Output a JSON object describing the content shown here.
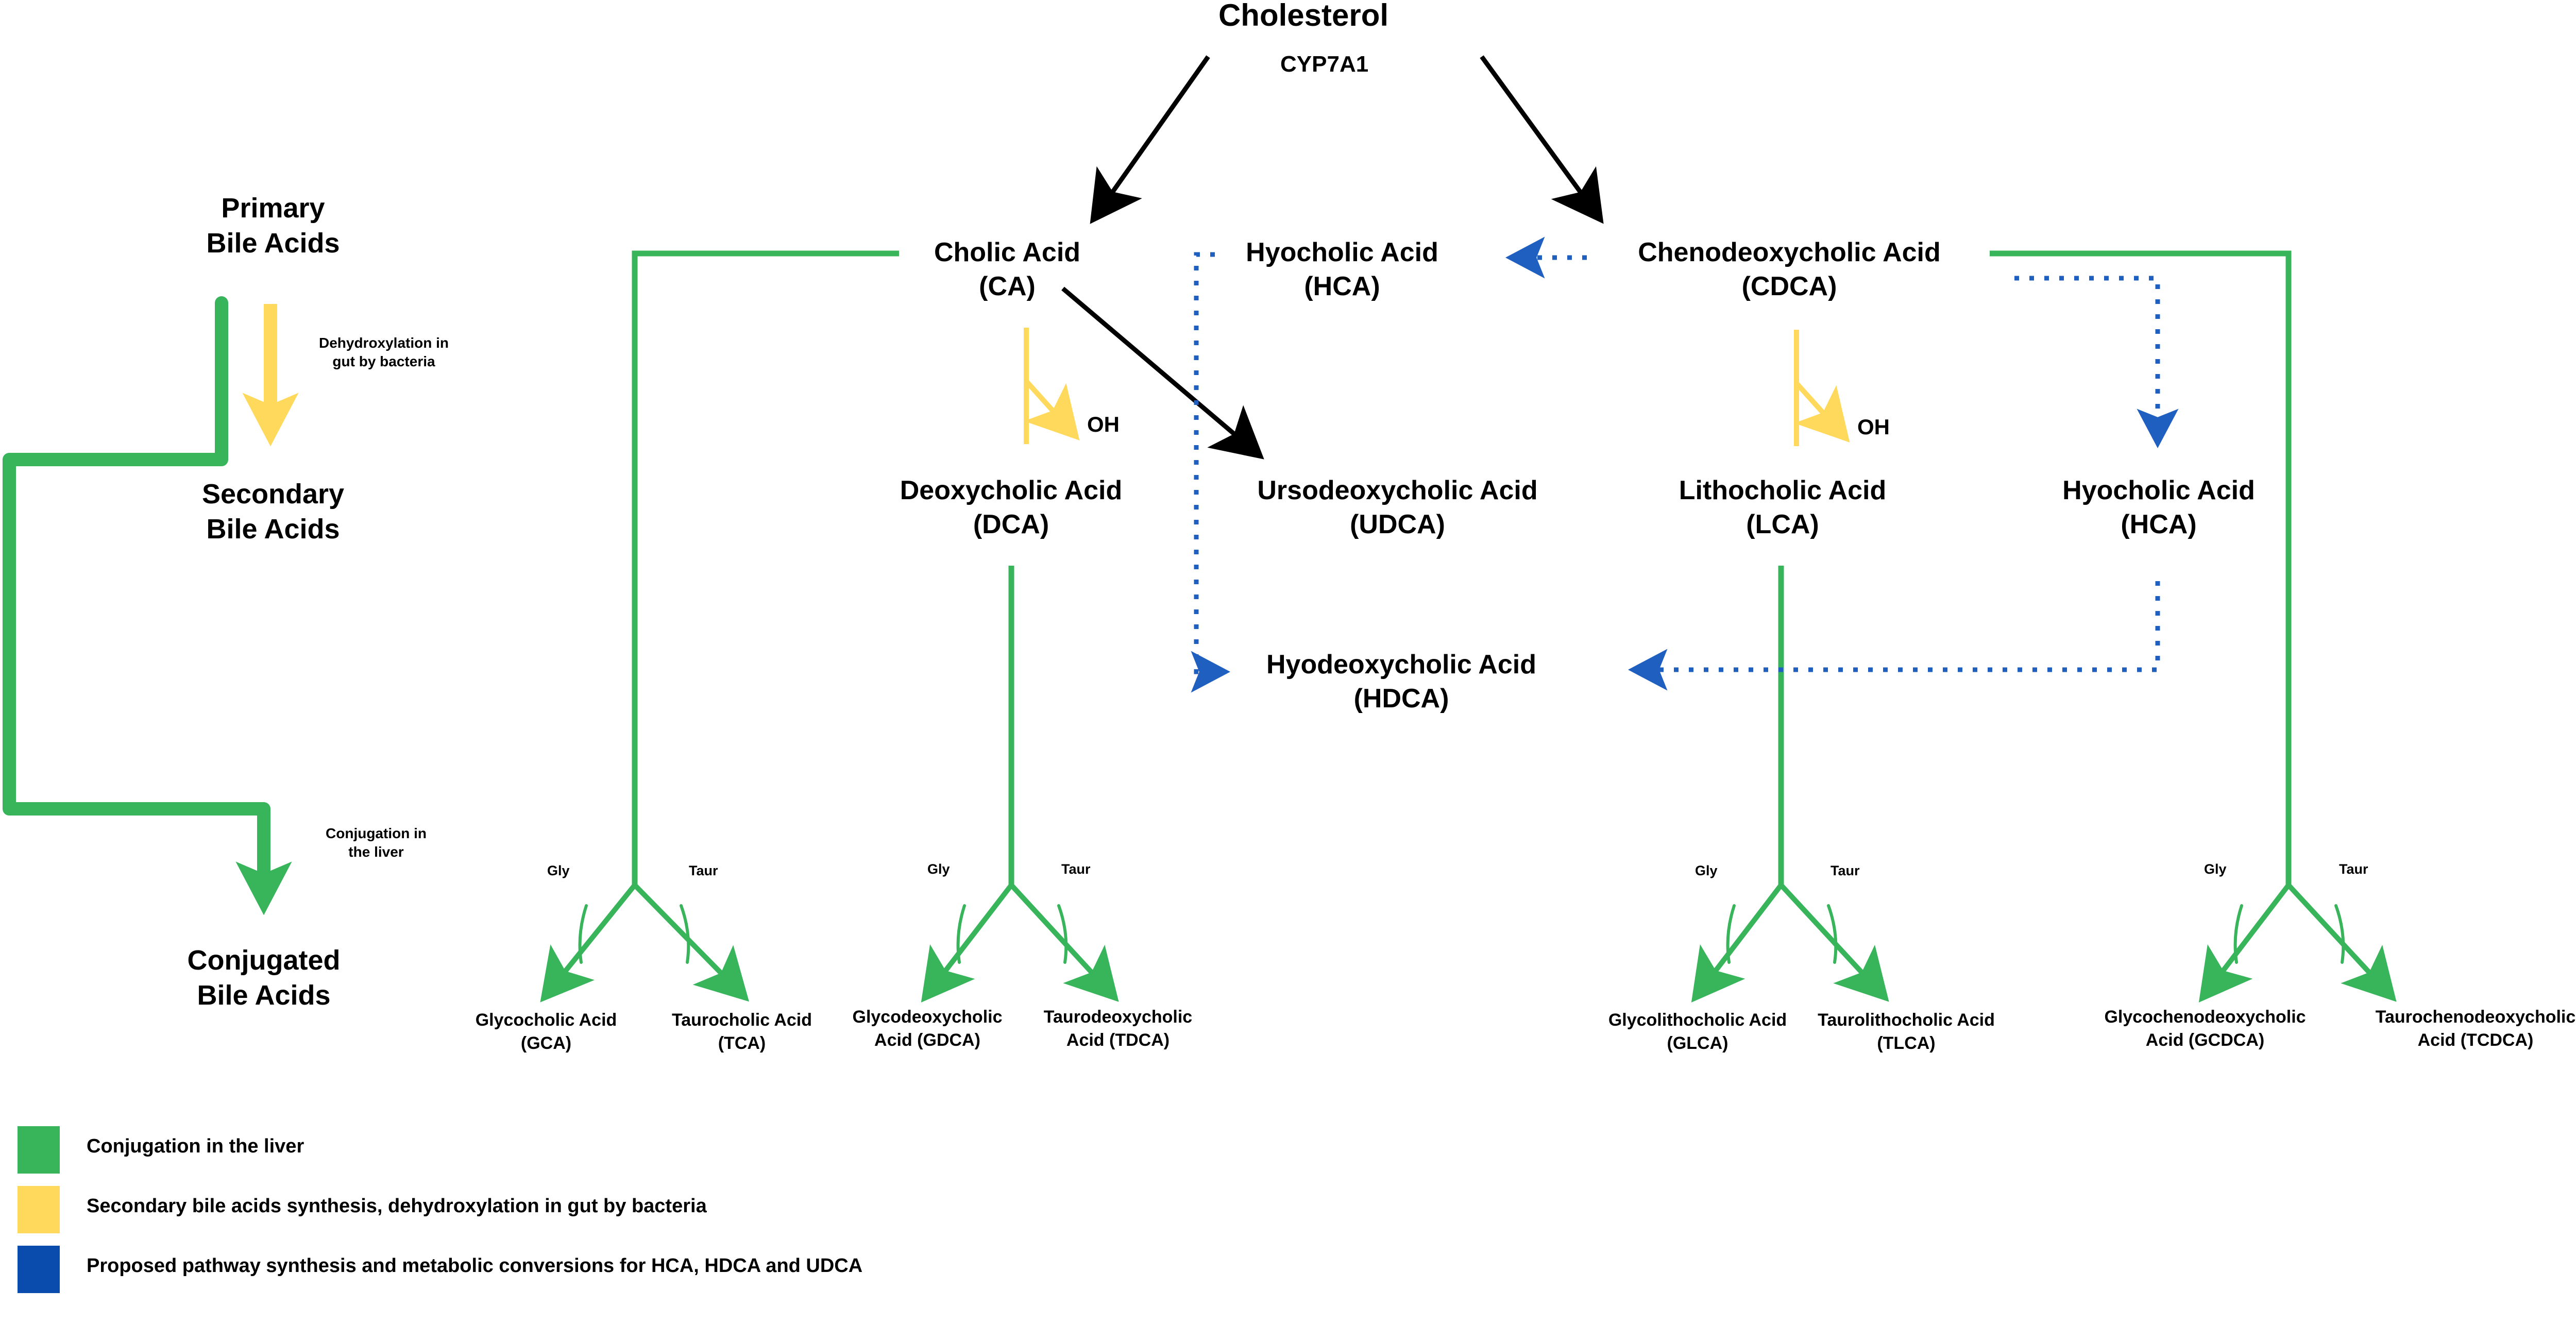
{
  "diagram": {
    "root": {
      "label": "Cholesterol"
    },
    "enzyme": {
      "label": "CYP7A1"
    },
    "stage_labels": {
      "primary": {
        "line1": "Primary",
        "line2": "Bile Acids"
      },
      "secondary": {
        "line1": "Secondary",
        "line2": "Bile Acids"
      },
      "conjugated": {
        "line1": "Conjugated",
        "line2": "Bile Acids"
      }
    },
    "process_labels": {
      "dehydroxylation": {
        "line1": "Dehydroxylation in",
        "line2": "gut by bacteria"
      },
      "conjugation": {
        "line1": "Conjugation in",
        "line2": "the liver"
      }
    },
    "oh_labels": {
      "ca": "OH",
      "cdca": "OH"
    },
    "acids": {
      "ca": {
        "name": "Cholic Acid",
        "abbr": "(CA)"
      },
      "hca1": {
        "name": "Hyocholic Acid",
        "abbr": "(HCA)"
      },
      "cdca": {
        "name": "Chenodeoxycholic Acid",
        "abbr": "(CDCA)"
      },
      "dca": {
        "name": "Deoxycholic Acid",
        "abbr": "(DCA)"
      },
      "udca": {
        "name": "Ursodeoxycholic Acid",
        "abbr": "(UDCA)"
      },
      "lca": {
        "name": "Lithocholic Acid",
        "abbr": "(LCA)"
      },
      "hca2": {
        "name": "Hyocholic Acid",
        "abbr": "(HCA)"
      },
      "hdca": {
        "name": "Hyodeoxycholic Acid",
        "abbr": "(HDCA)"
      }
    },
    "conjugate_tags": {
      "gly1": "Gly",
      "taur1": "Taur",
      "gly2": "Gly",
      "taur2": "Taur",
      "gly3": "Gly",
      "taur3": "Taur",
      "gly4": "Gly",
      "taur4": "Taur"
    },
    "conjugated_products": {
      "gca": {
        "line1": "Glycocholic Acid",
        "line2": "(GCA)"
      },
      "tca": {
        "line1": "Taurocholic Acid",
        "line2": "(TCA)"
      },
      "gdca": {
        "line1": "Glycodeoxycholic",
        "line2": "Acid (GDCA)"
      },
      "tdca": {
        "line1": "Taurodeoxycholic",
        "line2": "Acid (TDCA)"
      },
      "glca": {
        "line1": "Glycolithocholic Acid",
        "line2": "(GLCA)"
      },
      "tlca": {
        "line1": "Taurolithocholic Acid",
        "line2": "(TLCA)"
      },
      "gcdca": {
        "line1": "Glycochenodeoxycholic",
        "line2": "Acid (GCDCA)"
      },
      "tcdca": {
        "line1": "Taurochenodeoxycholic",
        "line2": "Acid (TCDCA)"
      }
    }
  },
  "legend": {
    "items": [
      {
        "color": "#38b45b",
        "label": "Conjugation in the liver"
      },
      {
        "color": "#ffd95c",
        "label": "Secondary bile acids synthesis, dehydroxylation in gut by bacteria"
      },
      {
        "color": "#0a4cae",
        "label": "Proposed pathway synthesis and metabolic conversions for HCA, HDCA and UDCA"
      }
    ]
  },
  "colors": {
    "green": "#38b45b",
    "yellow": "#ffd95c",
    "blue": "#1f5fbf",
    "black": "#000000"
  }
}
